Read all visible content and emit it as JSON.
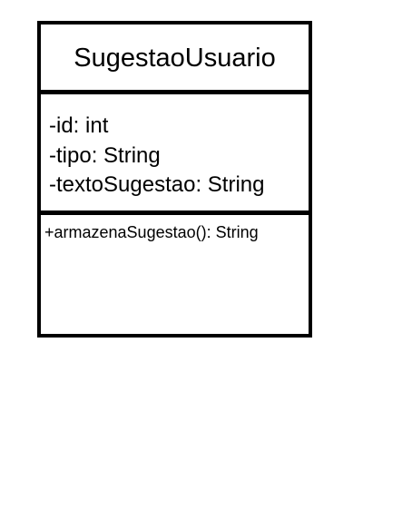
{
  "uml_class": {
    "name": "SugestaoUsuario",
    "attributes": [
      "-id: int",
      "-tipo: String",
      "-textoSugestao: String"
    ],
    "operations": [
      "+armazenaSugestao(): String"
    ]
  }
}
